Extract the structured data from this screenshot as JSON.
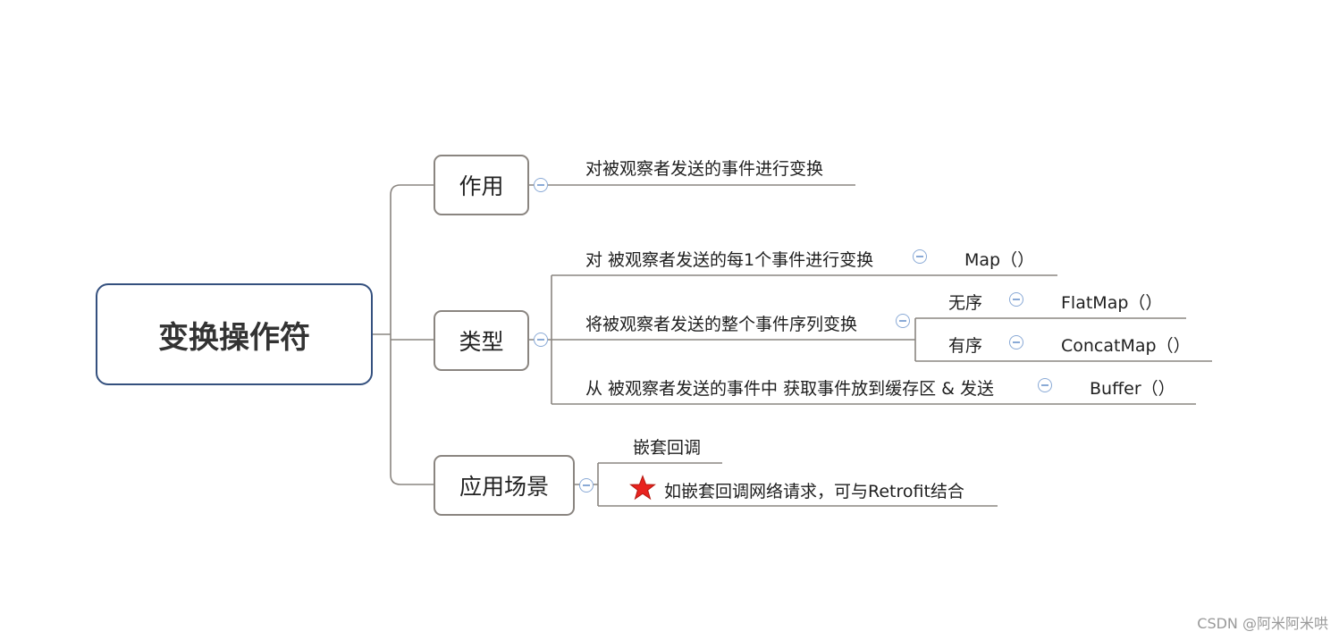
{
  "root": {
    "label": "变换操作符"
  },
  "branches": {
    "purpose": {
      "label": "作用",
      "desc": "对被观察者发送的事件进行变换"
    },
    "types": {
      "label": "类型",
      "map": {
        "desc": "对 被观察者发送的每1个事件进行变换",
        "op": "Map（）"
      },
      "whole": {
        "desc": "将被观察者发送的整个事件序列变换",
        "unordered": {
          "label": "无序",
          "op": "FlatMap（）"
        },
        "ordered": {
          "label": "有序",
          "op": "ConcatMap（）"
        }
      },
      "buffer": {
        "desc": "从 被观察者发送的事件中 获取事件放到缓存区 & 发送",
        "op": "Buffer（）"
      }
    },
    "scenario": {
      "label": "应用场景",
      "item1": "嵌套回调",
      "item2": "如嵌套回调网络请求，可与Retrofit结合"
    }
  },
  "colors": {
    "root_border": "#34507e",
    "branch_border": "#8a8580",
    "line": "#8a8580",
    "toggle": "#8aaad6",
    "star": "#e8231f"
  },
  "icons": {
    "star": "red-star-icon",
    "toggle": "collapse-minus-icon"
  },
  "watermark": "CSDN @阿米阿米哄"
}
